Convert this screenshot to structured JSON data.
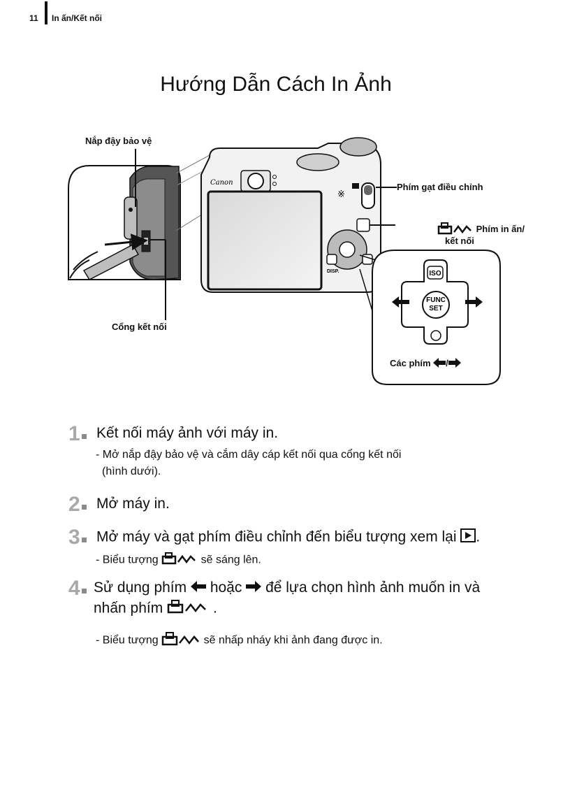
{
  "header": {
    "page_number": "11",
    "section": "In ấn/Kết nối"
  },
  "title": "Hướng Dẫn Cách In Ảnh",
  "figure": {
    "labels": {
      "cover": "Nắp đậy bảo vệ",
      "port": "Cổng kết nối",
      "control_lever": "Phím gạt điều chỉnh",
      "print_button_line1": "Phím in ấn/",
      "print_button_line2": "kết nối",
      "keys": "Các phím",
      "keys_slash": "/"
    },
    "camera_brand": "Canon",
    "button_labels": {
      "iso": "ISO",
      "func": "FUNC",
      "set": "SET",
      "disp": "DISP."
    }
  },
  "steps": [
    {
      "number": "1",
      "text": "Kết nối máy ảnh với máy in.",
      "note_line1": "- Mở nắp đậy bảo vệ và cắm dây cáp kết nối qua cổng kết nối",
      "note_line2": "(hình dưới)."
    },
    {
      "number": "2",
      "text": "Mở máy in."
    },
    {
      "number": "3",
      "text": "Mở máy và gạt phím điều chỉnh đến biểu tượng xem lại",
      "text_end": ".",
      "note_before": "- Biểu tượng",
      "note_after": "sẽ sáng lên."
    },
    {
      "number": "4",
      "text_part1": "Sử dụng phím",
      "text_part2": "hoặc",
      "text_part3": "để lựa chọn hình ảnh muốn in và",
      "text_line2": "nhấn phím",
      "text_line2_end": ".",
      "note_before": "- Biểu tượng",
      "note_after": "sẽ nhấp nháy khi ảnh đang được in."
    }
  ],
  "icons": [
    "print-share-icon",
    "playback-icon",
    "left-arrow-icon",
    "right-arrow-icon"
  ]
}
